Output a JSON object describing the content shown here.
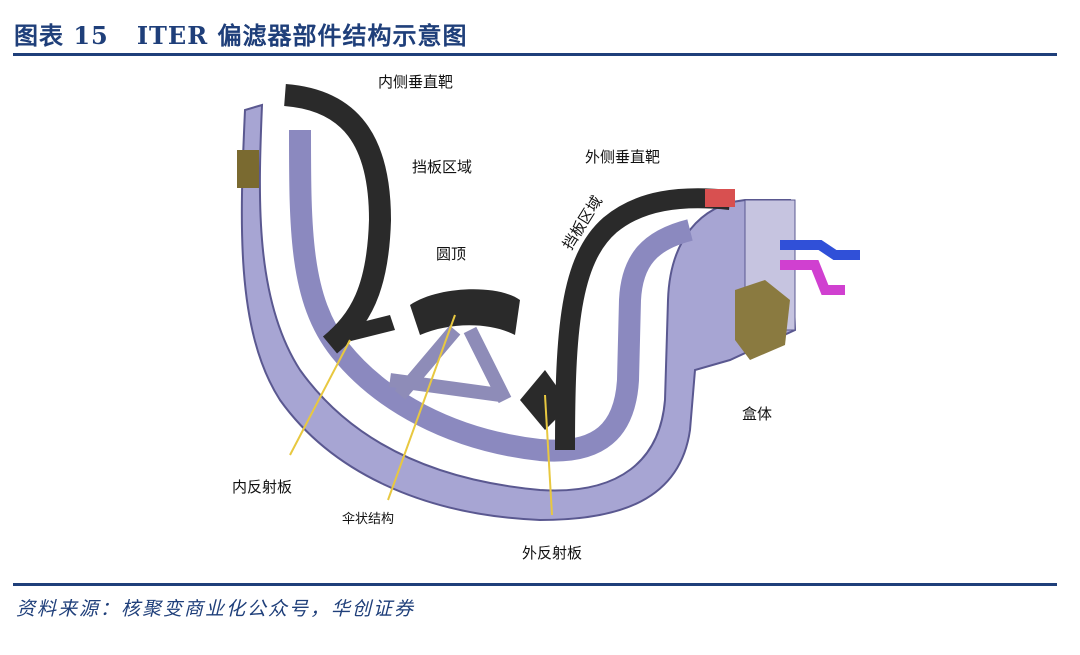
{
  "figure": {
    "title": "图表 15   ITER 偏滤器部件结构示意图",
    "source": "资料来源：核聚变商业化公众号，华创证券"
  },
  "labels": {
    "inner_vertical_target": "内侧垂直靶",
    "baffle_inner": "挡板区域",
    "outer_vertical_target": "外侧垂直靶",
    "baffle_outer": "挡板区域",
    "dome": "圆顶",
    "cassette_body": "盒体",
    "inner_reflector": "内反射板",
    "umbrella_structure": "伞状结构",
    "outer_reflector": "外反射板"
  },
  "colors": {
    "accent": "#1f3f7a",
    "body": "#a6a4d2",
    "pointer": "#e8c840"
  }
}
